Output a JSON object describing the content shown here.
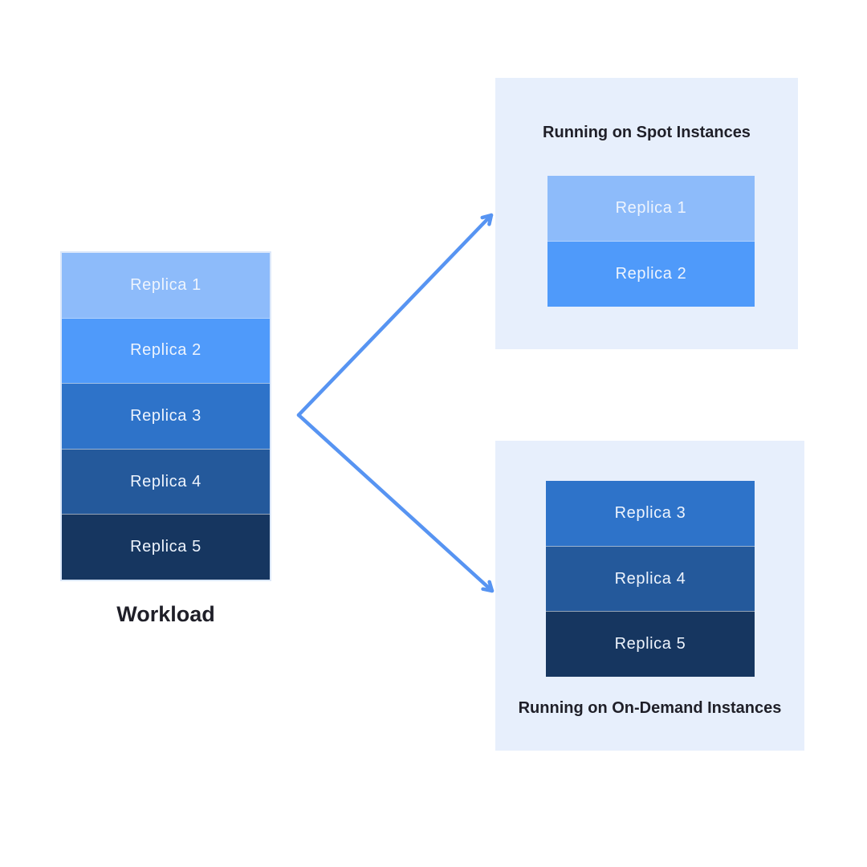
{
  "diagram": {
    "workload": {
      "label": "Workload",
      "replicas": [
        {
          "label": "Replica 1",
          "color": "#8dbbfa"
        },
        {
          "label": "Replica 2",
          "color": "#4f9afa"
        },
        {
          "label": "Replica 3",
          "color": "#2e73c9"
        },
        {
          "label": "Replica 4",
          "color": "#24599b"
        },
        {
          "label": "Replica 5",
          "color": "#163660"
        }
      ]
    },
    "spot_panel": {
      "title": "Running on Spot Instances",
      "replicas": [
        {
          "label": "Replica 1",
          "color": "#8dbbfa"
        },
        {
          "label": "Replica 2",
          "color": "#4f9afa"
        }
      ]
    },
    "ondemand_panel": {
      "title": "Running on On-Demand Instances",
      "replicas": [
        {
          "label": "Replica 3",
          "color": "#2e73c9"
        },
        {
          "label": "Replica 4",
          "color": "#24599b"
        },
        {
          "label": "Replica 5",
          "color": "#163660"
        }
      ]
    },
    "colors": {
      "arrow": "#5794f2",
      "panel_background": "#e7effc",
      "replica_text": "#eef4fd",
      "heading_text": "#1f1f28"
    }
  }
}
